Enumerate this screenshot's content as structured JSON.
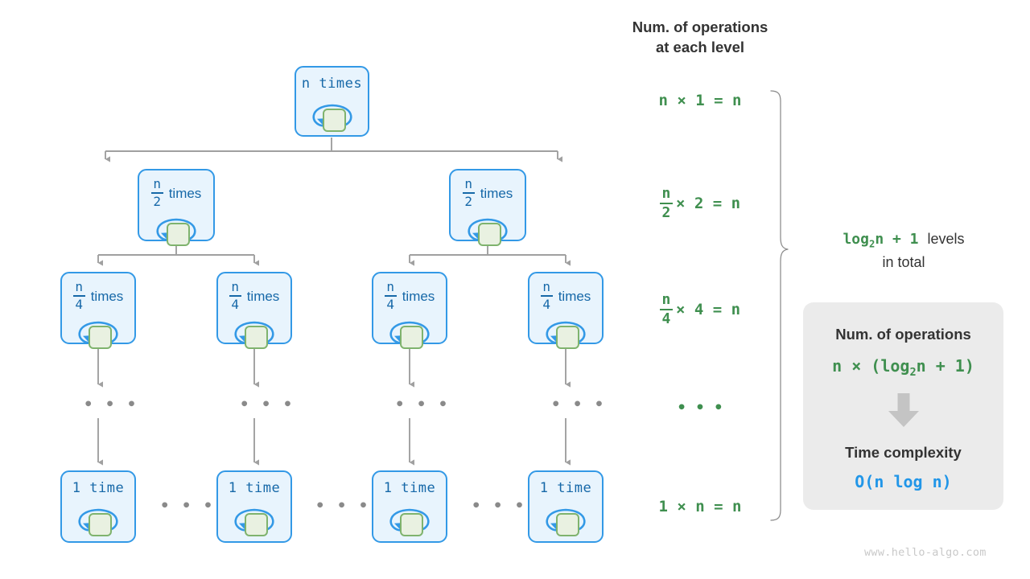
{
  "diagram": {
    "title_right": "Num. of operations\nat each level",
    "watermark": "www.hello-algo.com",
    "levels_note_formula": "log",
    "levels_note_sub": "2",
    "levels_note_formula_tail": "n + 1",
    "levels_note_text": "levels",
    "levels_note_text2": "in total"
  },
  "tree": {
    "levels": [
      {
        "id": "level-1",
        "nodes": [
          {
            "id": "root",
            "kind": "mono",
            "text": "n times"
          }
        ]
      },
      {
        "id": "level-2",
        "nodes": [
          {
            "id": "l2-n1",
            "kind": "frac",
            "num": "n",
            "den": "2",
            "word": "times"
          },
          {
            "id": "l2-n2",
            "kind": "frac",
            "num": "n",
            "den": "2",
            "word": "times"
          }
        ]
      },
      {
        "id": "level-3",
        "nodes": [
          {
            "id": "l3-n1",
            "kind": "frac",
            "num": "n",
            "den": "4",
            "word": "times"
          },
          {
            "id": "l3-n2",
            "kind": "frac",
            "num": "n",
            "den": "4",
            "word": "times"
          },
          {
            "id": "l3-n3",
            "kind": "frac",
            "num": "n",
            "den": "4",
            "word": "times"
          },
          {
            "id": "l3-n4",
            "kind": "frac",
            "num": "n",
            "den": "4",
            "word": "times"
          }
        ]
      },
      {
        "id": "level-ellipsis",
        "nodes": [
          {
            "id": "e1",
            "kind": "dots",
            "text": "• • •"
          },
          {
            "id": "e2",
            "kind": "dots",
            "text": "• • •"
          },
          {
            "id": "e3",
            "kind": "dots",
            "text": "• • •"
          },
          {
            "id": "e4",
            "kind": "dots",
            "text": "• • •"
          }
        ]
      },
      {
        "id": "level-last",
        "nodes": [
          {
            "id": "l4-n1",
            "kind": "mono",
            "text": "1 time"
          },
          {
            "id": "l4-n2",
            "kind": "mono",
            "text": "1 time"
          },
          {
            "id": "l4-n3",
            "kind": "mono",
            "text": "1 time"
          },
          {
            "id": "l4-n4",
            "kind": "mono",
            "text": "1 time"
          }
        ]
      }
    ],
    "horizontal_ellipses": [
      "• • •",
      "• • •",
      "• • •"
    ]
  },
  "level_operations": [
    {
      "id": "ops-1",
      "kind": "plain",
      "text": "n × 1 = n"
    },
    {
      "id": "ops-2",
      "kind": "frac",
      "num": "n",
      "den": "2",
      "tail": "× 2 = n"
    },
    {
      "id": "ops-3",
      "kind": "frac",
      "num": "n",
      "den": "4",
      "tail": "× 4 = n"
    },
    {
      "id": "ops-4",
      "kind": "dots",
      "text": "• • •"
    },
    {
      "id": "ops-5",
      "kind": "plain",
      "text": "1 × n = n"
    }
  ],
  "summary_card": {
    "heading_1": "Num. of operations",
    "formula_head": "n × (log",
    "formula_sub": "2",
    "formula_tail": "n + 1)",
    "arrow_icon": "down-arrow-icon",
    "heading_2": "Time complexity",
    "big_o": "O(n log n)"
  },
  "colors": {
    "node_fill": "#e8f4fd",
    "node_border": "#3399e6",
    "node_text": "#1668a8",
    "inner_box_fill": "#e9f1e1",
    "inner_box_border": "#7fb36d",
    "connector": "#a0a0a0",
    "green_text": "#3f8f4f",
    "blue_text": "#2196e8",
    "card_bg": "#ebebeb",
    "dark_text": "#333333",
    "watermark": "#c9c9c9"
  }
}
